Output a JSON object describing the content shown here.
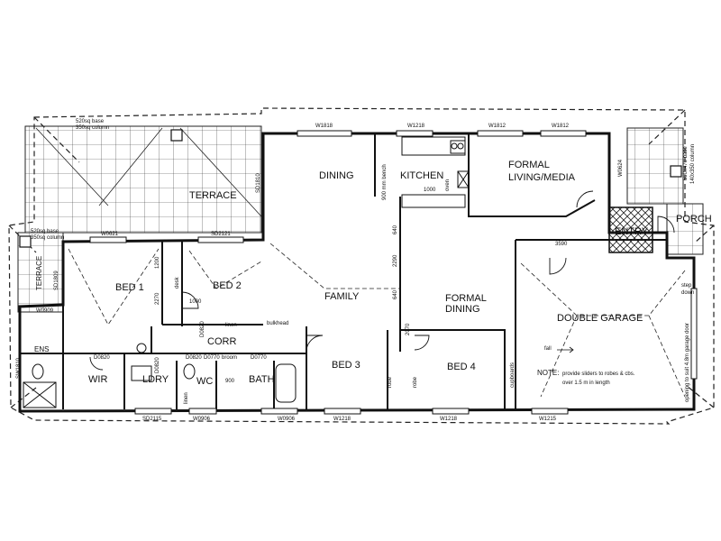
{
  "rooms": {
    "dining": "DINING",
    "kitchen": "KITCHEN",
    "formal_living": "FORMAL",
    "formal_living_2": "LIVING/MEDIA",
    "terrace": "TERRACE",
    "terrace_side": "TERRACE",
    "porch": "PORCH",
    "entry": "ENTRY",
    "bed1": "BED 1",
    "bed2": "BED 2",
    "family": "FAMILY",
    "formal_dining": "FORMAL",
    "formal_dining_2": "DINING",
    "double_garage": "DOUBLE GARAGE",
    "ens": "ENS",
    "wir": "WIR",
    "ldry": "LDRY",
    "wc": "WC",
    "bath": "BATH",
    "corr": "CORR",
    "bed3": "BED 3",
    "bed4": "BED 4"
  },
  "annotations": {
    "col1_a": "520sq base",
    "col1_b": "350sq column",
    "col2_a": "520sq base",
    "col2_b": "350sq column",
    "col3_a": "590x470 base",
    "col3_b": "140x350 column",
    "bench": "900 mm bench",
    "d1000_kitchen": "1000",
    "d1000_bed2": "1000",
    "dim3590": "3590",
    "dim2290": "2290",
    "dim640a": "640",
    "dim640b": "640",
    "dim1200": "1200",
    "dim2270": "2270",
    "dim2070": "2070",
    "dim900": "900",
    "desk": "desk",
    "linen": "linen",
    "linen2": "linen",
    "bulkhead": "bulkhead",
    "broom": "broom",
    "cupboards": "cupboards",
    "robe": "robe",
    "robe2": "robe",
    "fall": "fall",
    "step_down": "step",
    "step_down_2": "down",
    "garage_door": "opening to suit 4.8m garage door",
    "oven": "oven",
    "note_title": "NOTE:",
    "note_line1": "provide sliders to robes & cbs.",
    "note_line2": "over 1.5 m in length"
  },
  "windows": {
    "w1818": "W1818",
    "w1218a": "W1218",
    "w1812a": "W1812",
    "w1812b": "W1812",
    "w0621": "W0621",
    "sd2121": "SD2121",
    "sd1810": "SD1810",
    "w0909": "W0909",
    "sd1809": "SD1809",
    "sd2115": "SD2115",
    "w0906": "W0906",
    "w0906b": "W0906",
    "w1218b": "W1218",
    "w1218c": "W1218",
    "w1215": "W1215",
    "w0624": "W0624",
    "sw1810": "SW1810",
    "d0820a": "D0820",
    "d0820b": "D0820",
    "d0820c": "D0820",
    "d0820d": "D0820",
    "d0770a": "D0770",
    "d0770b": "D0770"
  }
}
